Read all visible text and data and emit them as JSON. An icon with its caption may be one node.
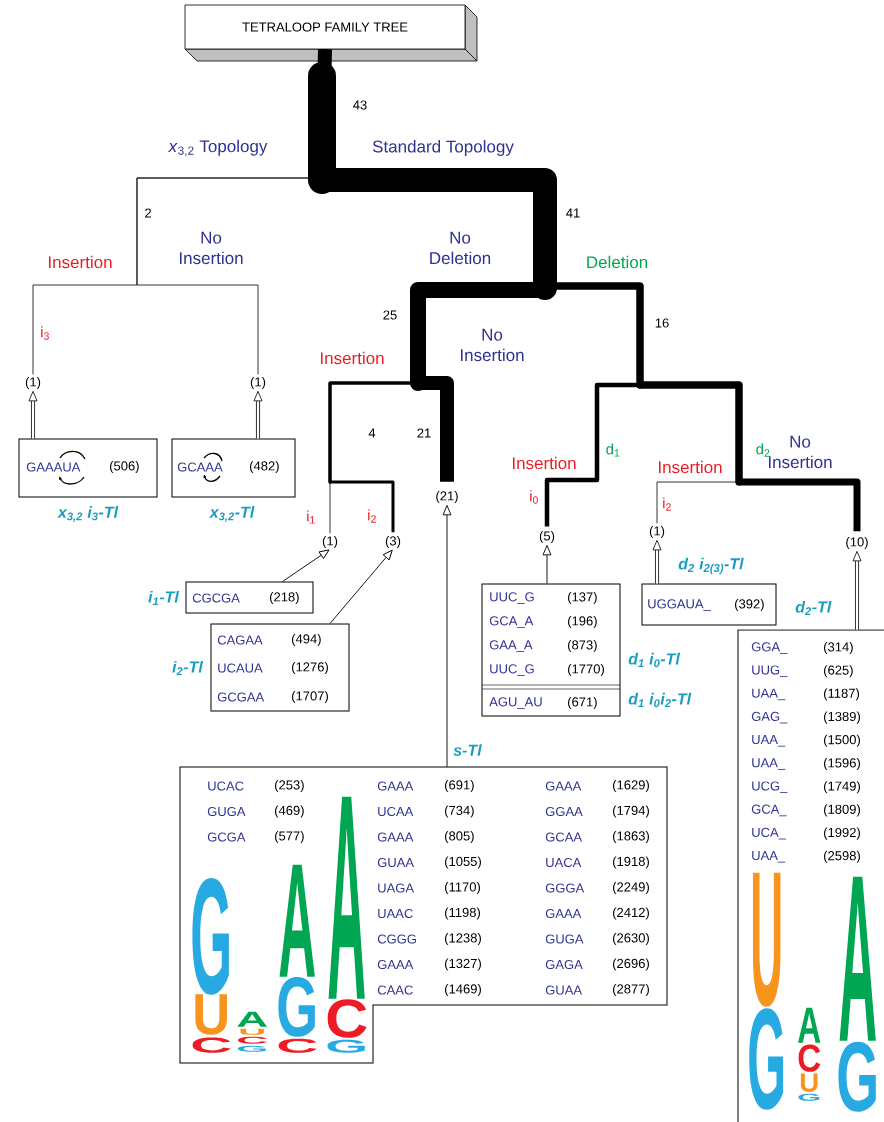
{
  "diagram": {
    "nodes": [
      {
        "text": [
          "TETRALOOP FAMILY TREE"
        ]
      },
      {
        "text": [
          "(1)"
        ]
      },
      {
        "text": [
          "(1)"
        ]
      },
      {
        "text": [
          "GAAAUA",
          "(506)"
        ],
        "beside": [
          "x$_{3,2}$ i$_{3}$-Tl"
        ]
      },
      {
        "text": [
          "GCAAA",
          "(482)"
        ],
        "beside": [
          "x$_{3,2}$-Tl"
        ]
      },
      {
        "text": [
          "(1)"
        ]
      },
      {
        "text": [
          "(3)"
        ]
      },
      {
        "text": [
          "(21)"
        ]
      },
      {
        "text": [
          "(5)"
        ]
      },
      {
        "text": [
          "(1)"
        ]
      },
      {
        "text": [
          "(10)"
        ]
      },
      {
        "text": [
          "CGCGA",
          "(218)"
        ],
        "beside": [
          "i$_{1}$-Tl"
        ]
      },
      {
        "text": [
          "CAGAA",
          "(494)",
          "UCAUA",
          "(1276)",
          "GCGAA",
          "(1707)"
        ],
        "beside": [
          "i$_{2}$-Tl"
        ]
      },
      {
        "text": [
          "UUC_G",
          "(137)",
          "GCA_A",
          "(196)",
          "GAA_A",
          "(873)",
          "UUC_G",
          "(1770)",
          "AGU_AU",
          "(671)"
        ],
        "beside": [
          "d$_{1}$ i$_{0}$-Tl",
          "d$_{1}$ i$_{0}$i$_{2}$-Tl"
        ]
      },
      {
        "text": [
          "UGGAUA_",
          "(392)"
        ],
        "beside": [
          "d$_{2}$ i$_{2(3)}$-Tl"
        ]
      },
      {
        "text": [
          "d$_{2}$-Tl",
          "GGA_",
          "(314)",
          "UUG_",
          "(625)",
          "UAA_",
          "(1187)",
          "GAG_",
          "(1389)",
          "UAA_",
          "(1500)",
          "UAA_",
          "(1596)",
          "UCG_",
          "(1749)",
          "GCA_",
          "(1809)",
          "UCA_",
          "(1992)",
          "UAA_",
          "(2598)"
        ]
      },
      {
        "text": [
          "UCAC",
          "(253)",
          "GAAA",
          "(691)",
          "GAAA",
          "(1629)",
          "GUGA",
          "(469)",
          "UCAA",
          "(734)",
          "GGAA",
          "(1794)",
          "GCGA",
          "(577)",
          "GAAA",
          "(805)",
          "GCAA",
          "(1863)",
          "GUAA",
          "(1055)",
          "UACA",
          "(1918)",
          "UAGA",
          "(1170)",
          "GGGA",
          "(2249)",
          "UAAC",
          "(1198)",
          "GAAA",
          "(2412)",
          "CGGG",
          "(1238)",
          "GUGA",
          "(2630)",
          "GAAA",
          "(1327)",
          "GAGA",
          "(2696)",
          "CAAC",
          "(1469)",
          "GUAA",
          "(2877)"
        ],
        "beside": [
          "s-Tl"
        ]
      }
    ],
    "edges": [
      {
        "from": 0,
        "to": 1,
        "arrow": "none"
      },
      {
        "from": 0,
        "to": 2,
        "arrow": "none"
      },
      {
        "from": 0,
        "to": 5,
        "arrow": "none"
      },
      {
        "from": 0,
        "to": 6,
        "arrow": "none",
        "style": "thick"
      },
      {
        "from": 0,
        "to": 7,
        "arrow": "none",
        "style": "thick"
      },
      {
        "from": 0,
        "to": 8,
        "arrow": "none",
        "style": "thick"
      },
      {
        "from": 0,
        "to": 9,
        "arrow": "none"
      },
      {
        "from": 0,
        "to": 10,
        "arrow": "none",
        "style": "thick"
      },
      {
        "from": 3,
        "to": 1,
        "arrow": "to",
        "style": "thick"
      },
      {
        "from": 4,
        "to": 2,
        "arrow": "to",
        "style": "thick"
      },
      {
        "from": 11,
        "to": 5,
        "arrow": "to"
      },
      {
        "from": 12,
        "to": 6,
        "arrow": "to"
      },
      {
        "from": 16,
        "to": 7,
        "arrow": "to"
      },
      {
        "from": 13,
        "to": 8,
        "arrow": "to"
      },
      {
        "from": 14,
        "to": 9,
        "arrow": "to",
        "style": "thick"
      },
      {
        "from": 15,
        "to": 10,
        "arrow": "to",
        "style": "thick"
      }
    ],
    "labels": [
      "43",
      "*x*$_{3,2}$ Topology",
      "Standard Topology",
      "2",
      "41",
      "No Insertion",
      "No Deletion",
      "Insertion",
      "Deletion",
      "25",
      "16",
      "i$_{3}$",
      "No Insertion",
      "Insertion",
      "4",
      "21",
      "d$_{1}$",
      "d$_{2}$",
      "No Insertion",
      "Insertion",
      "Insertion",
      "i$_{0}$",
      "i$_{2}$",
      "i$_{1}$",
      "i$_{2}$",
      "G",
      "U",
      "C",
      "A",
      "U",
      "C",
      "G",
      "A",
      "G",
      "C",
      "A",
      "C",
      "G",
      "U",
      "G",
      "A",
      "C",
      "U",
      "G",
      "A",
      "G"
    ]
  }
}
